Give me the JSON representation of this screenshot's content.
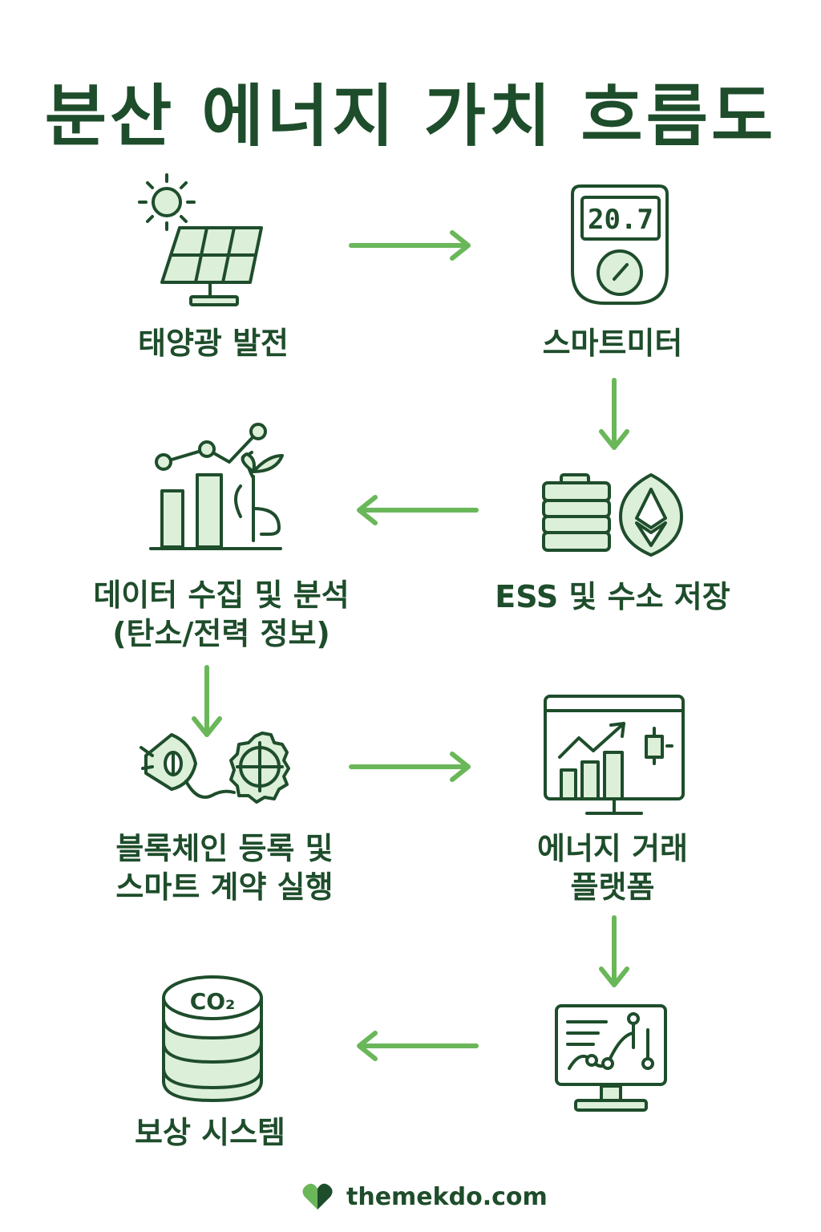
{
  "title": "분산 에너지 가치 흐름도",
  "colors": {
    "dark_green": "#1e4d2b",
    "light_green": "#dcefd9",
    "arrow_green": "#6ab75a"
  },
  "steps": [
    {
      "icon": "solar-panel-icon",
      "lines": [
        "태양광 발전"
      ]
    },
    {
      "icon": "smart-meter-icon",
      "lines": [
        "스마트미터"
      ],
      "display": "20.7"
    },
    {
      "icon": "battery-hydrogen-icon",
      "lines": [
        "ESS 및 수소 저장"
      ]
    },
    {
      "icon": "data-chart-icon",
      "lines": [
        "데이터 수집 및 분석",
        "(탄소/전력 정보)"
      ]
    },
    {
      "icon": "blockchain-contract-icon",
      "lines": [
        "블록체인 등록 및",
        "스마트 계약 실행"
      ]
    },
    {
      "icon": "trading-platform-icon",
      "lines": [
        "에너지 거래",
        "플랫폼"
      ]
    },
    {
      "icon": "monitor-analytics-icon",
      "lines": []
    },
    {
      "icon": "co2-database-icon",
      "lines": [
        "보상 시스템"
      ],
      "badge": "CO₂"
    }
  ],
  "footer": {
    "site": "themekdo.com",
    "logo_icon": "heart-logo-icon"
  }
}
